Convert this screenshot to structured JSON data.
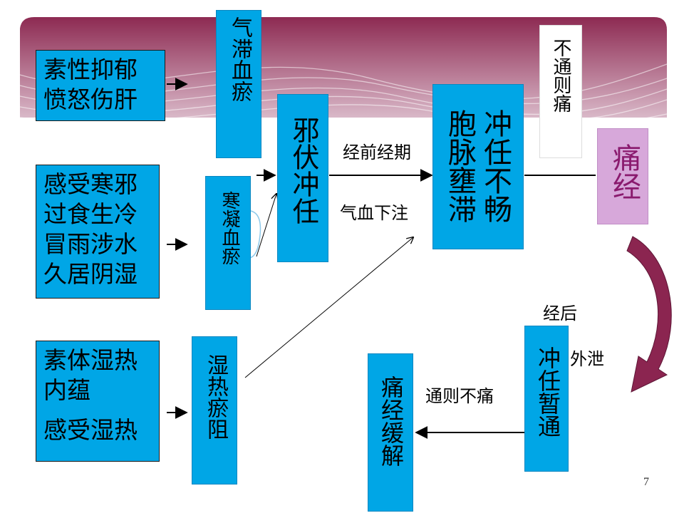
{
  "causes": {
    "c1": "素性抑郁\n愤怒伤肝",
    "c2": "感受寒邪\n过食生冷\n冒雨涉水\n久居阴湿",
    "c3a": "素体湿热\n内蕴",
    "c3b": "感受湿热"
  },
  "mechanisms": {
    "qi_stagnation": "气滞血瘀",
    "cold_stasis": "寒凝血瘀",
    "damp_heat": "湿热瘀阻"
  },
  "center": {
    "evil": "邪伏冲任",
    "block_col1": "冲任不畅",
    "block_col2": "胞脉壅滞",
    "pain": "痛经"
  },
  "labels": {
    "premenstrual": "经前经期",
    "qi_blood_down": "气血下注",
    "no_flow_pain": "不通则痛",
    "postmenstrual": "经后",
    "drain": "外泄",
    "flow_no_pain": "通则不痛"
  },
  "result": {
    "temporary": "冲任暂通",
    "relief": "痛经缓解"
  },
  "page_number": "7",
  "colors": {
    "box_fill": "#00a6e6",
    "pain_fill": "#d7a8da",
    "pain_text": "#8a1a6e",
    "banner": "#a23a62",
    "curve_arrow": "#8b2550"
  }
}
